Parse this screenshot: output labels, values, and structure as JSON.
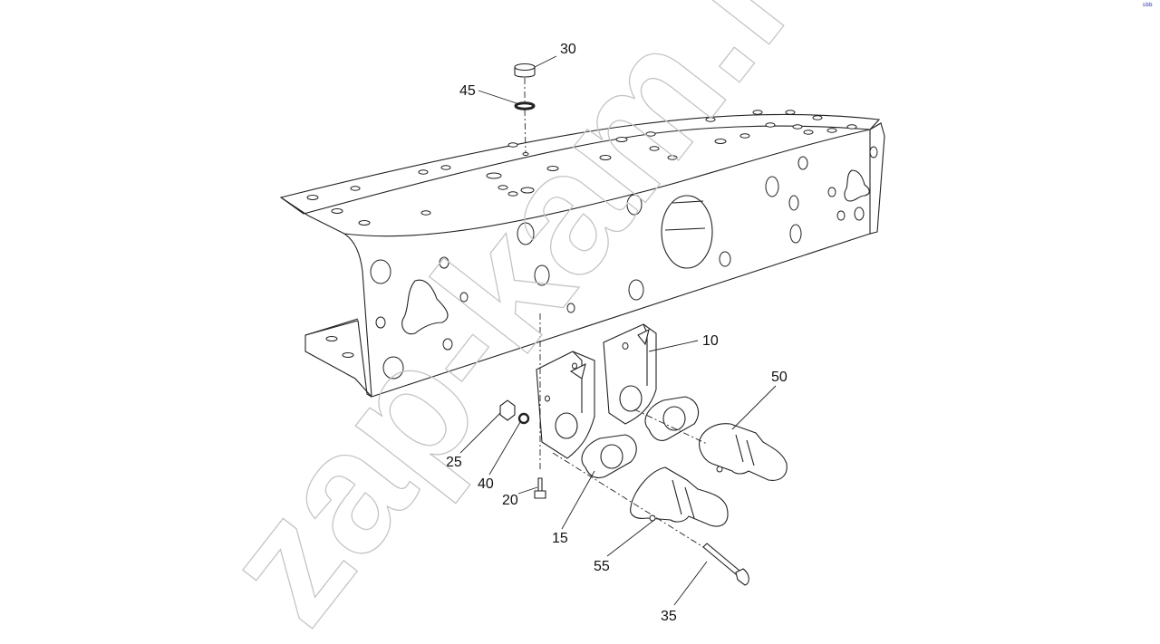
{
  "watermark": "zap-kam.ru",
  "corner_mark": "sbb",
  "callouts": [
    {
      "id": "callout-10",
      "label": "10"
    },
    {
      "id": "callout-15",
      "label": "15"
    },
    {
      "id": "callout-20",
      "label": "20"
    },
    {
      "id": "callout-25",
      "label": "25"
    },
    {
      "id": "callout-30",
      "label": "30"
    },
    {
      "id": "callout-35",
      "label": "35"
    },
    {
      "id": "callout-40",
      "label": "40"
    },
    {
      "id": "callout-45",
      "label": "45"
    },
    {
      "id": "callout-50",
      "label": "50"
    },
    {
      "id": "callout-55",
      "label": "55"
    }
  ]
}
